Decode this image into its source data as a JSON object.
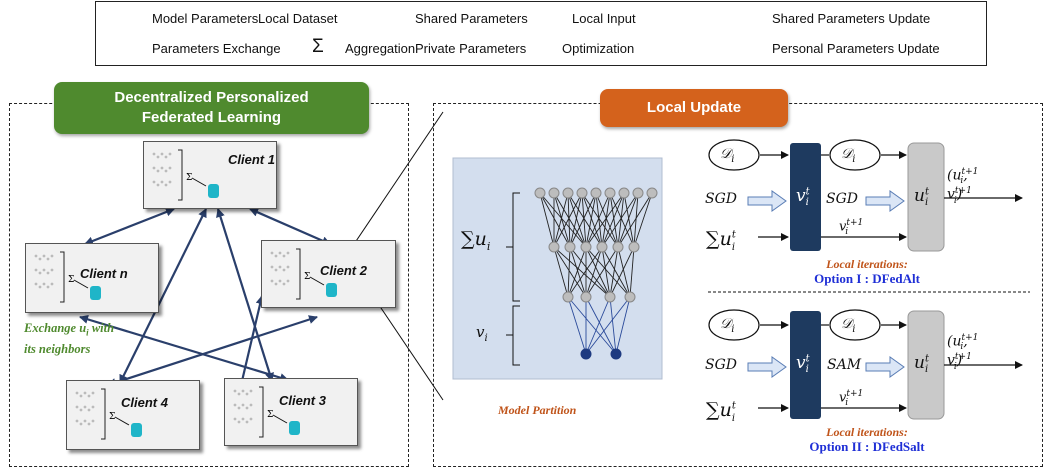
{
  "legend": {
    "model_parameters": "Model Parameters",
    "local_dataset": "Local Dataset",
    "shared_parameters": "Shared Parameters",
    "local_input": "Local Input",
    "shared_update": "Shared Parameters Update",
    "parameters_exchange": "Parameters Exchange",
    "aggregation_symbol": "Σ",
    "aggregation": "Aggregation",
    "private_parameters": "Private Parameters",
    "optimization": "Optimization",
    "personal_update": "Personal Parameters Update"
  },
  "left_panel": {
    "title_line1": "Decentralized Personalized",
    "title_line2": "Federated Learning",
    "clients": [
      "Client 1",
      "Client 2",
      "Client 3",
      "Client 4",
      "Client n"
    ],
    "exchange_note_line1": "Exchange u",
    "exchange_note_sub": "i",
    "exchange_note_tail": " with",
    "exchange_note_line2": "its neighbors"
  },
  "right_panel": {
    "title": "Local Update",
    "model_partition": "Model Partition",
    "sum_u": "∑u",
    "sum_u_sub": "i",
    "v_label": "v",
    "v_sub": "i"
  },
  "option1": {
    "d_left": "𝒟",
    "d_sub": "i",
    "sgd_left": "SGD",
    "sgd_right": "SGD",
    "sum_label": "∑u",
    "output": "(u_i^{t+1}, v_i^{t+1})",
    "vnext": "v_i^{t+1}",
    "iter_label": "Local iterations:",
    "option_label": "Option I : DFedAlt"
  },
  "option2": {
    "d_left": "𝒟",
    "d_sub": "i",
    "sgd_left": "SGD",
    "sgd_right": "SAM",
    "sum_label": "∑u",
    "output": "(u_i^{t+1}, v_i^{t+1})",
    "vnext": "v_i^{t+1}",
    "iter_label": "Local iterations:",
    "option_label": "Option II : DFedSalt"
  },
  "colors": {
    "green_pill": "#4f8a2e",
    "orange_pill": "#d4621c",
    "navy": "#1e3a5f",
    "arrow_blue": "#2a3f6b",
    "teal": "#1fb5c8",
    "gray_box": "#c9c9c9",
    "panel_bg": "#d3deee"
  }
}
